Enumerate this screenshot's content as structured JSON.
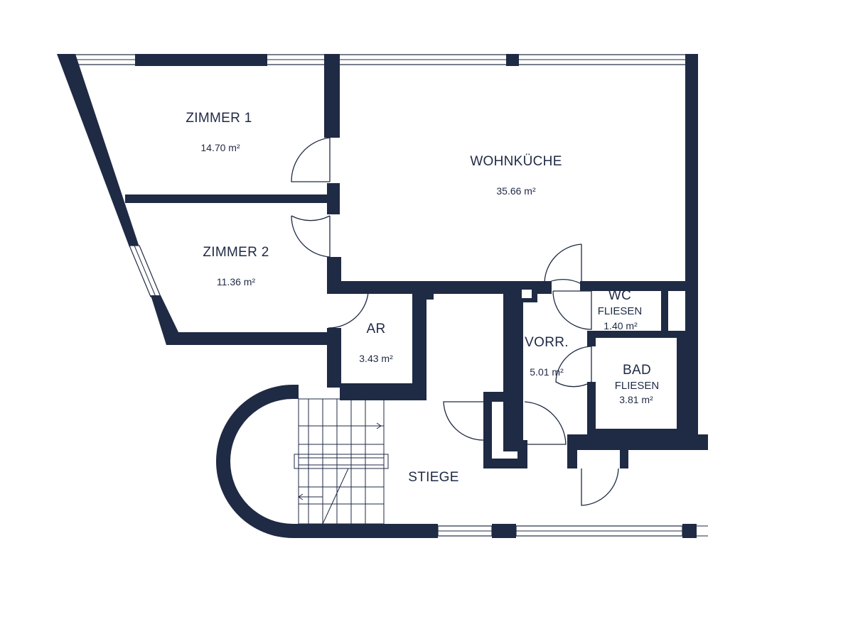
{
  "plan": {
    "wall_color": "#1f2a44",
    "background_color": "#ffffff"
  },
  "rooms": {
    "zimmer1": {
      "name": "ZIMMER 1",
      "area": "14.70 m²"
    },
    "zimmer2": {
      "name": "ZIMMER 2",
      "area": "11.36 m²"
    },
    "wohnkueche": {
      "name": "WOHNKÜCHE",
      "area": "35.66 m²"
    },
    "ar": {
      "name": "AR",
      "area": "3.43 m²"
    },
    "vorr": {
      "name": "VORR.",
      "area": "5.01 m²"
    },
    "wc": {
      "name": "WC",
      "floor": "FLIESEN",
      "area": "1.40 m²"
    },
    "bad": {
      "name": "BAD",
      "floor": "FLIESEN",
      "area": "3.81 m²"
    },
    "stiege": {
      "name": "STIEGE"
    }
  }
}
